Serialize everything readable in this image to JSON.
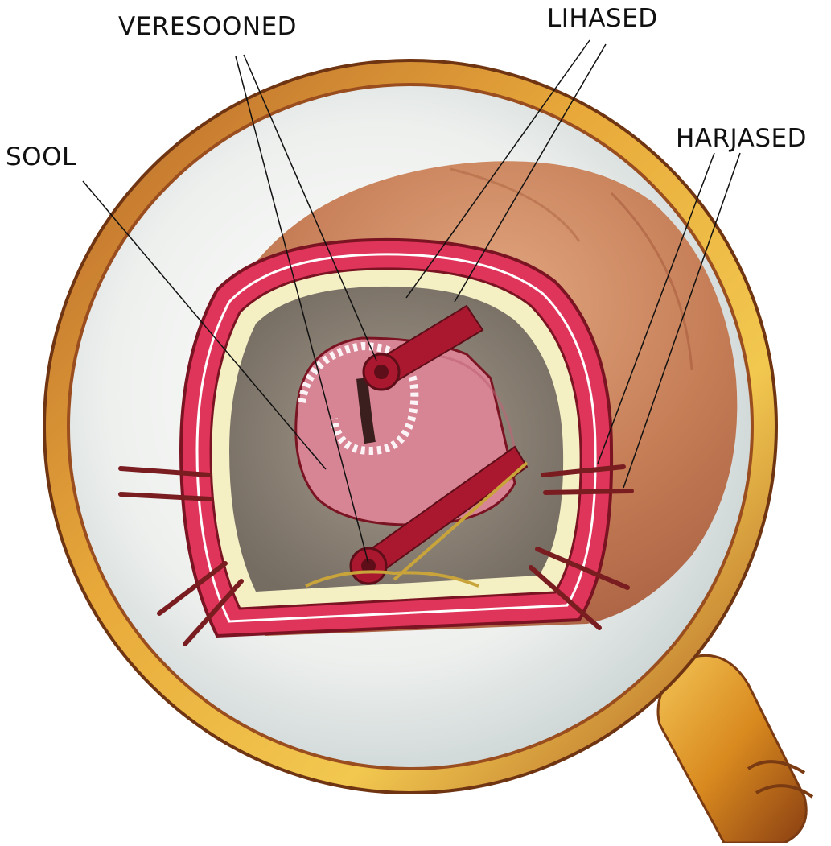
{
  "labels": {
    "veresooned": "VERESOONED",
    "lihased": "LIHASED",
    "harjased": "HARJASED",
    "sool": "SOOL"
  },
  "colors": {
    "lens_frame": "#d79a2b",
    "lens_rim_dark": "#9a4d1e",
    "lens_glass": "#dfe4e5",
    "body_skin": "#c9835a",
    "outer_band": "#e0355a",
    "inner_band": "#f5f0c4",
    "cavity": "#8e8477",
    "intestine": "#d78595",
    "vessel": "#a9182e",
    "bristle": "#7a1d20",
    "nerve": "#c9a43b",
    "leader": "#111111"
  }
}
